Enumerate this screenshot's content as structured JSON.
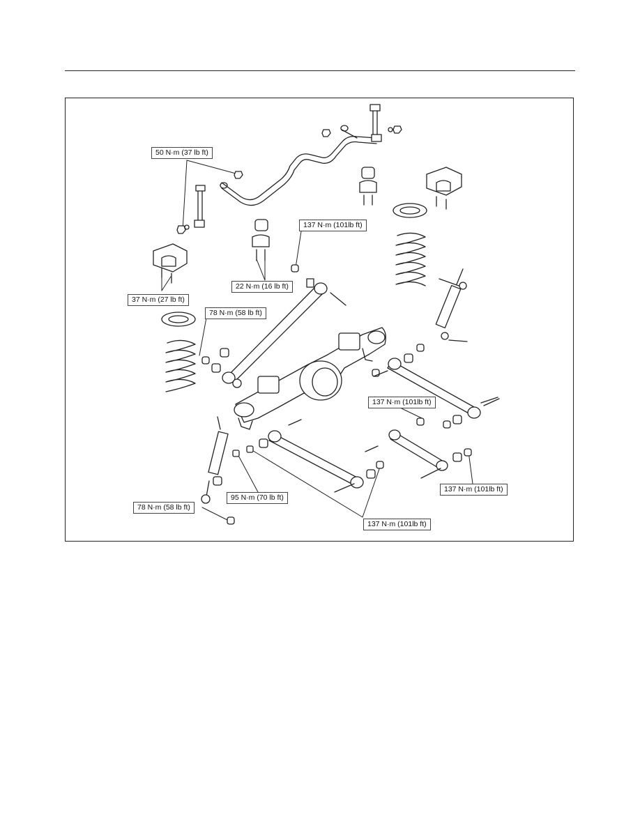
{
  "torque_labels": {
    "t1": "50 N·m (37 lb ft)",
    "t2": "137 N·m (101lb ft)",
    "t3": "37 N·m (27 lb ft)",
    "t4": "22 N·m (16 lb ft)",
    "t5": "78 N·m (58 lb ft)",
    "t6": "137 N·m (101lb ft)",
    "t7": "137 N·m (101lb ft)",
    "t8": "95 N·m (70 lb ft)",
    "t9": "78 N·m (58 lb ft)",
    "t10": "137 N·m (101lb ft)"
  }
}
